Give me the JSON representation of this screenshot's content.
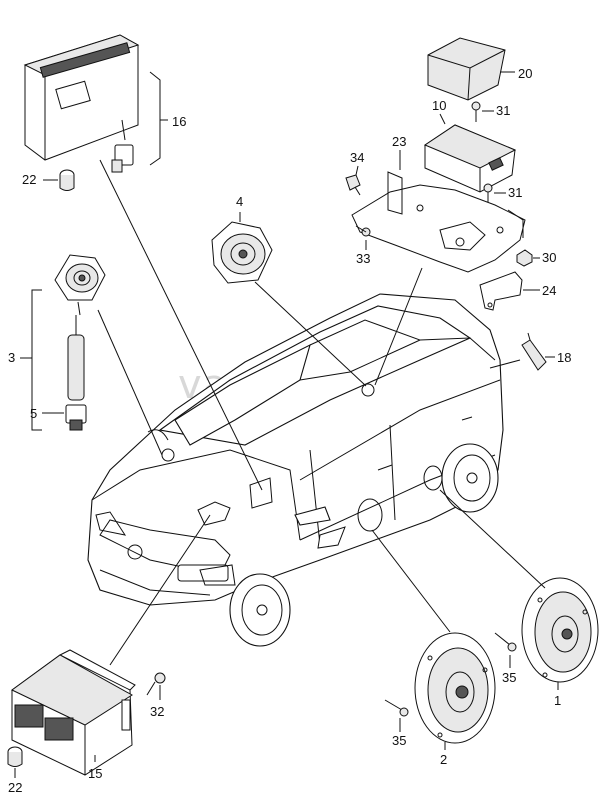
{
  "watermark": "vagtec.ru",
  "callouts": {
    "p1": "1",
    "p2": "2",
    "p3": "3",
    "p4": "4",
    "p5": "5",
    "p10": "10",
    "p15": "15",
    "p16": "16",
    "p18": "18",
    "p20": "20",
    "p22a": "22",
    "p22b": "22",
    "p23": "23",
    "p24": "24",
    "p30": "30",
    "p31a": "31",
    "p31b": "31",
    "p32": "32",
    "p33": "33",
    "p34": "34",
    "p35a": "35",
    "p35b": "35"
  },
  "colors": {
    "line": "#111111",
    "fill": "#ffffff",
    "shade": "#e8e8e8",
    "watermark": "#d8d8d8"
  },
  "icons": [
    "amplifier-unit",
    "control-module",
    "speaker",
    "tweeter",
    "bracket",
    "car-outline"
  ]
}
